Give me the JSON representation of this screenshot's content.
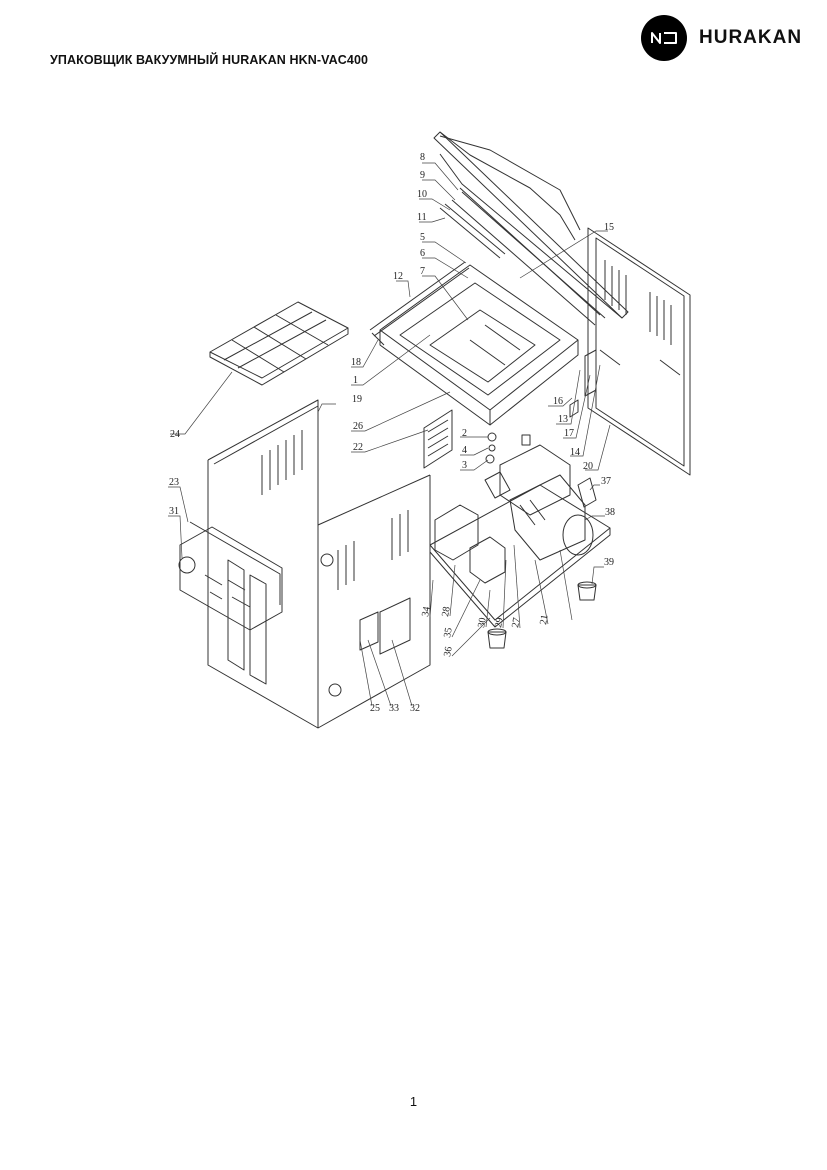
{
  "header": {
    "title": "УПАКОВЩИК ВАКУУМНЫЙ HURAKAN HKN-VAC400",
    "brand_name": "HURAKAN"
  },
  "diagram": {
    "labels": {
      "l1": "1",
      "l2": "2",
      "l3": "3",
      "l4": "4",
      "l5": "5",
      "l6": "6",
      "l7": "7",
      "l8": "8",
      "l9": "9",
      "l10": "10",
      "l11": "11",
      "l12": "12",
      "l13": "13",
      "l14": "14",
      "l15": "15",
      "l16": "16",
      "l17": "17",
      "l18": "18",
      "l19": "19",
      "l20": "20",
      "l21": "21",
      "l22": "22",
      "l23": "23",
      "l24": "24",
      "l25": "25",
      "l26": "26",
      "l27": "27",
      "l28": "28",
      "l29": "29",
      "l30": "30",
      "l31": "31",
      "l32": "32",
      "l33": "33",
      "l34": "34",
      "l35": "35",
      "l36": "36",
      "l37": "37",
      "l38": "38",
      "l39": "39"
    }
  },
  "footer": {
    "page_number": "1"
  }
}
